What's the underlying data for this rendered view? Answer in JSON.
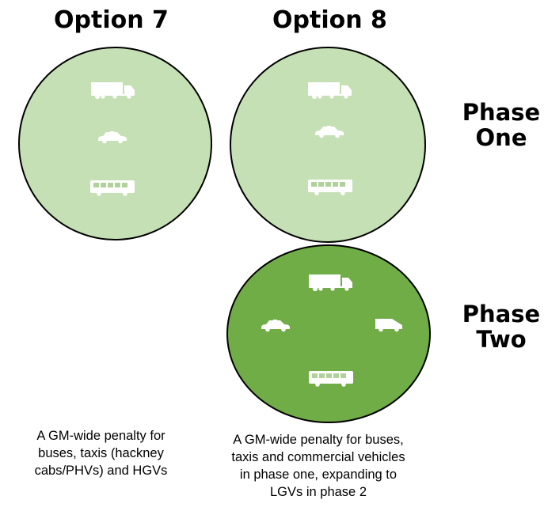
{
  "option7": {
    "title": "Option 7",
    "description": [
      "A GM-wide penalty for",
      "buses, taxis (hackney",
      "cabs/PHVs) and HGVs"
    ],
    "phase_one_vehicles": [
      "hgv-lorry",
      "taxi",
      "bus"
    ]
  },
  "option8": {
    "title": "Option 8",
    "description": [
      "A GM-wide penalty for buses,",
      "taxis and commercial vehicles",
      "in phase one, expanding to",
      "LGVs in phase 2"
    ],
    "phase_one_vehicles": [
      "hgv-lorry",
      "taxi",
      "bus"
    ],
    "phase_two_vehicles": [
      "hgv-lorry",
      "taxi",
      "van",
      "bus"
    ]
  },
  "phases": {
    "one": [
      "Phase",
      "One"
    ],
    "two": [
      "Phase",
      "Two"
    ]
  },
  "colors": {
    "phase_one_fill": "#c5e0b4",
    "phase_two_fill": "#70ad47",
    "outline": "#000000",
    "icon": "#ffffff"
  }
}
